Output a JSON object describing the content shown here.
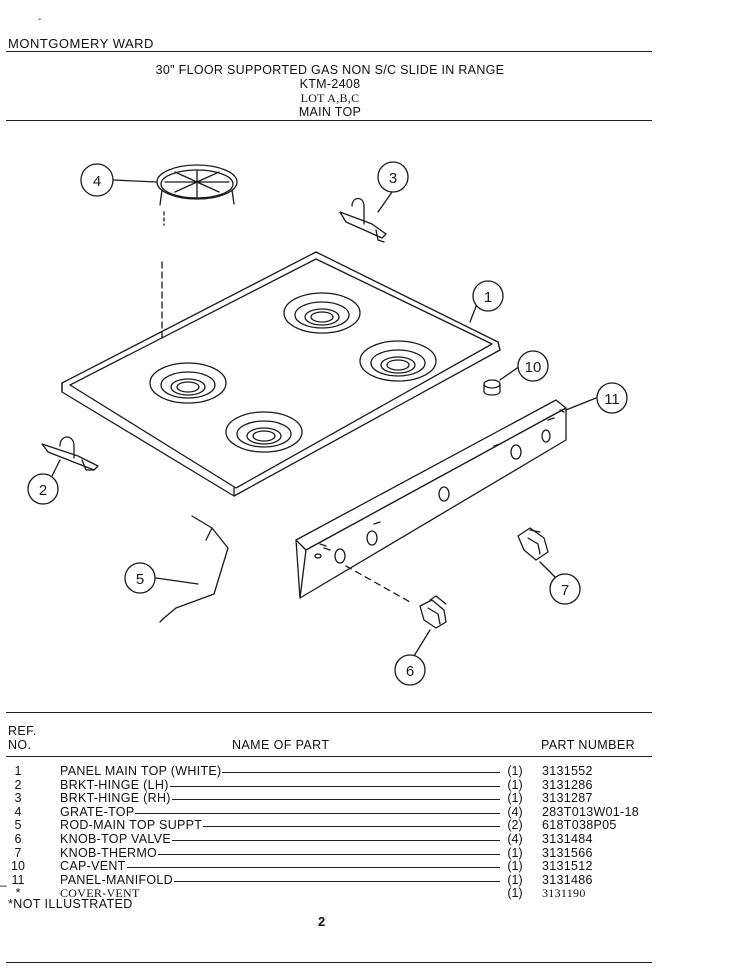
{
  "header": {
    "brand": "MONTGOMERY WARD",
    "title": "30\" FLOOR SUPPORTED GAS NON S/C SLIDE IN RANGE",
    "model": "KTM-2408",
    "lot": "LOT A,B,C",
    "section": "MAIN TOP"
  },
  "diagram": {
    "callouts": [
      "1",
      "2",
      "3",
      "4",
      "5",
      "6",
      "7",
      "10",
      "11"
    ]
  },
  "table": {
    "ref_header": "REF.",
    "no_header": "NO.",
    "name_header": "NAME OF PART",
    "part_header": "PART NUMBER",
    "rows": [
      {
        "ref": "1",
        "name": "PANEL MAIN TOP (WHITE)",
        "qty": "(1)",
        "part": "3131552"
      },
      {
        "ref": "2",
        "name": "BRKT-HINGE (LH)",
        "qty": "(1)",
        "part": "3131286"
      },
      {
        "ref": "3",
        "name": "BRKT-HINGE (RH)",
        "qty": "(1)",
        "part": "3131287"
      },
      {
        "ref": "4",
        "name": "GRATE-TOP",
        "qty": "(4)",
        "part": "283T013W01-18"
      },
      {
        "ref": "5",
        "name": "ROD-MAIN TOP SUPPT",
        "qty": "(2)",
        "part": "618T038P05"
      },
      {
        "ref": "6",
        "name": "KNOB-TOP VALVE",
        "qty": "(4)",
        "part": "3131484"
      },
      {
        "ref": "7",
        "name": "KNOB-THERMO",
        "qty": "(1)",
        "part": "3131566"
      },
      {
        "ref": "10",
        "name": "CAP-VENT",
        "qty": "(1)",
        "part": "3131512"
      },
      {
        "ref": "11",
        "name": "PANEL-MANIFOLD",
        "qty": "(1)",
        "part": "3131486"
      },
      {
        "ref": "*",
        "name": "COVER-VENT",
        "qty": "(1)",
        "part": "3131190"
      }
    ]
  },
  "footer": {
    "note": "*NOT ILLUSTRATED",
    "page": "2"
  }
}
